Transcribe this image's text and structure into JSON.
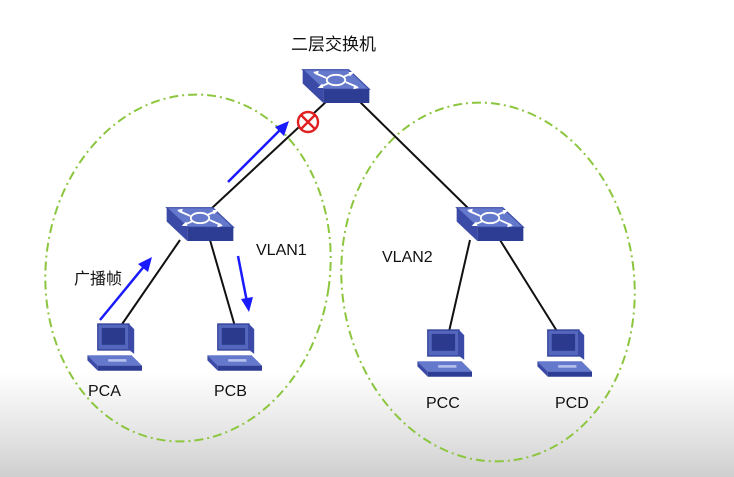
{
  "labels": {
    "core_switch": "二层交换机",
    "vlan1": "VLAN1",
    "vlan2": "VLAN2",
    "broadcast": "广播帧",
    "pca": "PCA",
    "pcb": "PCB",
    "pcc": "PCC",
    "pcd": "PCD"
  },
  "colors": {
    "switch_top": "#5a6fc6",
    "switch_side": "#2f3f96",
    "link": "#111111",
    "arrow": "#1a1aff",
    "vlan_boundary": "#8cc63f",
    "block_mark": "#e02020",
    "pc_body": "#4a5fb8"
  },
  "icons": [
    "switch-icon",
    "computer-icon",
    "blocked-port-icon",
    "arrow-icon"
  ]
}
